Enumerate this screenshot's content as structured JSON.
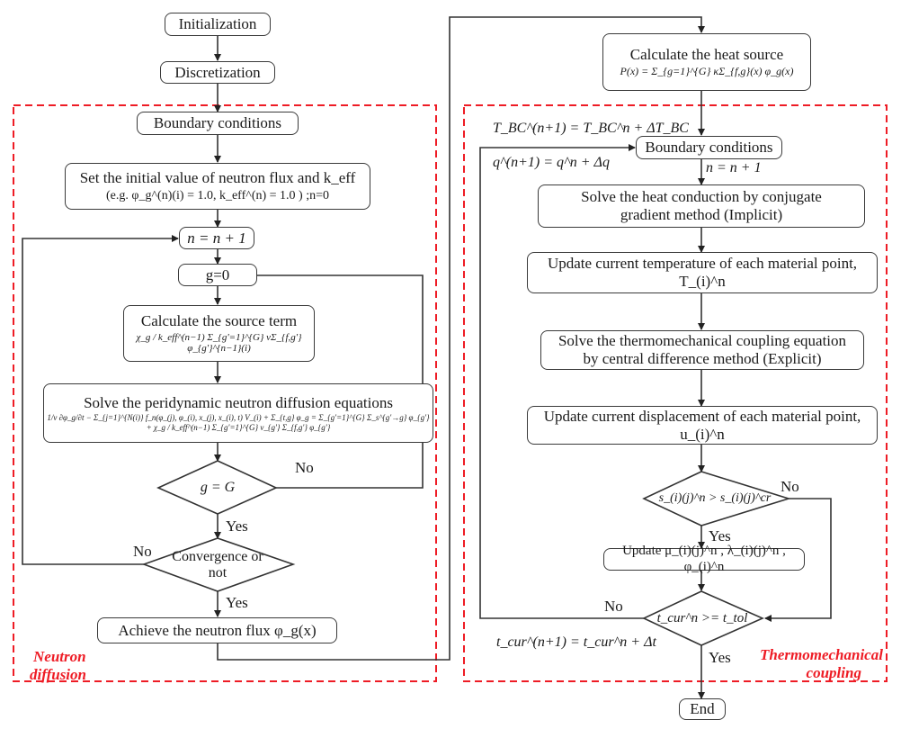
{
  "regions": {
    "left_title": [
      "Neutron",
      "diffusion"
    ],
    "right_title": [
      "Thermomechanical",
      "coupling"
    ],
    "border_color": "#ee1c25"
  },
  "left": {
    "initialization": "Initialization",
    "discretization": "Discretization",
    "boundary_conditions": "Boundary conditions",
    "initial_value": "Set the initial value of neutron flux and k_eff",
    "initial_value_example": "(e.g. φ_g^(n)(i) = 1.0, k_eff^(n) = 1.0 ) ;n=0",
    "n_increment": "n = n + 1",
    "g_zero": "g=0",
    "source_term": "Calculate the source term",
    "source_term_eq": "χ_g / k_eff^(n−1) Σ_{g'=1}^{G} νΣ_{f,g'} φ_{g'}^{n−1}(i)",
    "solve_diffusion": "Solve the peridynamic neutron diffusion equations",
    "solve_diffusion_eq": "1/v ∂φ_g/∂t − Σ_{j=1}^{N(i)} f_n(φ_(j), φ_(i), x_(j), x_(i), t) V_(i) + Σ_{t,g} φ_g = Σ_{g'=1}^{G} Σ_s^{g'→g} φ_{g'} + χ_g / k_eff^(n−1) Σ_{g'=1}^{G} ν_{g'} Σ_{f,g'} φ_{g'}",
    "decision_g": "g = G",
    "decision_convergence": "Convergence or not",
    "achieve_flux": "Achieve the neutron flux φ_g(x)",
    "yes_label": "Yes",
    "no_label": "No"
  },
  "right": {
    "heat_source": "Calculate the heat source",
    "heat_source_eq": "P(x) = Σ_{g=1}^{G} κΣ_{f,g}(x) φ_g(x)",
    "bc_update": "T_BC^(n+1) = T_BC^n + ΔT_BC",
    "q_update": "q^(n+1) = q^n + Δq",
    "boundary_conditions": "Boundary conditions",
    "n_increment": "n = n + 1",
    "heat_conduction": "Solve the heat conduction by conjugate gradient method (Implicit)",
    "update_temperature": "Update current temperature of each material point, T_(i)^n",
    "thermomech": "Solve the thermomechanical coupling equation by central difference method (Explicit)",
    "update_displacement": "Update current displacement of each material point, u_(i)^n",
    "decision_stretch": "s_(i)(j)^n > s_(i)(j)^cr",
    "update_params": "Update μ_(i)(j)^n , λ_(i)(j)^n , φ_(i)^n",
    "decision_time": "t_cur^n >= t_tol",
    "time_update": "t_cur^(n+1) = t_cur^n + Δt",
    "end": "End",
    "yes_label": "Yes",
    "no_label": "No"
  }
}
